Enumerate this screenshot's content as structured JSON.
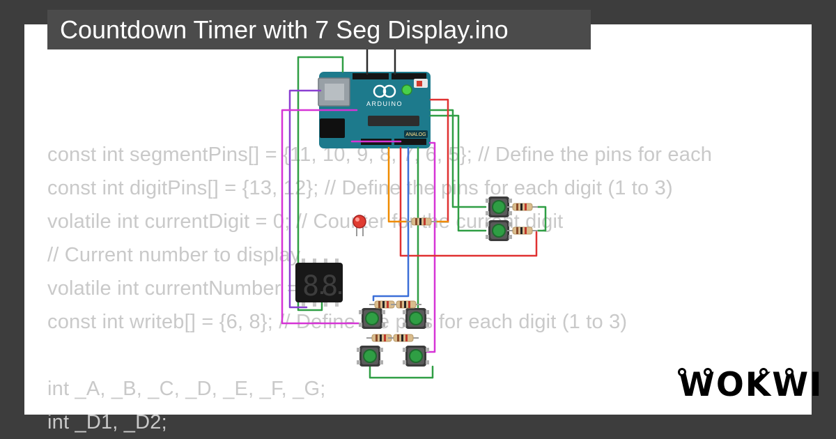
{
  "title": {
    "text": "Countdown Timer with 7 Seg Display.ino"
  },
  "logo": {
    "text": "WOKWI"
  },
  "code": {
    "lines": [
      "const int segmentPins[] = {11, 10, 9, 8, 7, 6, 5}; // Define the pins for each",
      "const int digitPins[] = {13, 12}; // Define the pins for each digit (1 to 3)",
      "volatile int currentDigit = 0; // Counter for the current digit",
      "// Current number to display",
      "volatile int currentNumber = 0;",
      "const int writeb[] = {6, 8}; // Define the pins for each digit (1 to 3)",
      "",
      "int _A, _B, _C, _D, _E, _F, _G;",
      "int _D1, _D2;"
    ]
  },
  "circuit": {
    "arduino": {
      "brand": "ARDUINO",
      "analog_label": "ANALOG"
    },
    "display": {
      "digits": "88"
    },
    "colors": {
      "frame": "#3d3d3d",
      "card": "#ffffff",
      "title_bg": "#4b4b4b",
      "board": "#1d7a8c",
      "wire_green": "#2f9e44",
      "wire_red": "#e03131",
      "wire_magenta": "#d634d6",
      "wire_purple": "#8a3fd1",
      "wire_orange": "#f08c00",
      "wire_blue": "#3b6fd8",
      "wire_black": "#2b2b2b",
      "button_cap": "#2f9e44",
      "led": "#e03c31",
      "resistor_body": "#d9bc8d"
    }
  }
}
